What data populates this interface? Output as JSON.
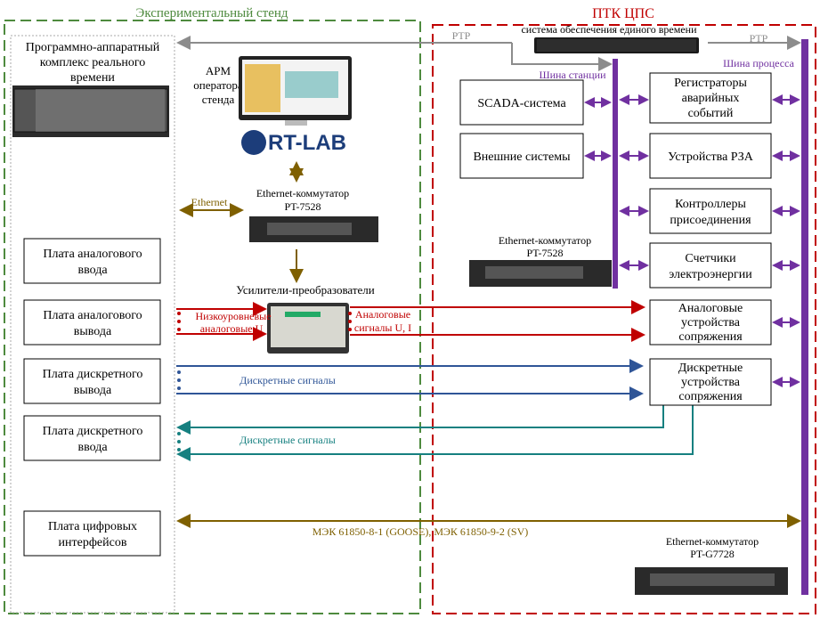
{
  "colors": {
    "green": "#4e8a3e",
    "red": "#c00000",
    "purple": "#7030a0",
    "gray": "#8c8c8c",
    "brown": "#7f6000",
    "blue": "#2f5597",
    "teal": "#168080",
    "olive": "#7f6000"
  },
  "left_section": {
    "title": "Экспериментальный стенд",
    "rtc": [
      "Программно-аппаратный",
      "комплекс реального",
      "времени"
    ],
    "boards": [
      [
        "Плата аналогового",
        "ввода"
      ],
      [
        "Плата аналогового",
        "вывода"
      ],
      [
        "Плата дискретного",
        "вывода"
      ],
      [
        "Плата дискретного",
        "ввода"
      ],
      [
        "Плата цифровых",
        "интерфейсов"
      ]
    ],
    "arm": [
      "АРМ",
      "оператора",
      "стенда"
    ],
    "logo": "RT-LAB",
    "ethernet": "Ethernet",
    "switch": [
      "Ethernet-коммутатор",
      "PT-7528"
    ],
    "amplifiers": "Усилители-преобразователи",
    "low_level": [
      "Низкоуровневые",
      "аналоговые U"
    ],
    "analog": [
      "Аналоговые",
      "сигналы U, I"
    ],
    "discrete_out": "Дискретные сигналы",
    "discrete_in": "Дискретные сигналы",
    "iec": "МЭК 61850-8-1 (GOOSE), МЭК 61850-9-2 (SV)"
  },
  "right_section": {
    "title": "ПТК ЦПС",
    "time_system": "система обеспечения единого времени",
    "ptp_left": "PTP",
    "ptp_right": "PTP",
    "station_bus": "Шина станции",
    "process_bus": "Шина процесса",
    "station_boxes": [
      [
        "SCADA-система"
      ],
      [
        "Внешние системы"
      ]
    ],
    "process_boxes": [
      [
        "Регистраторы",
        "аварийных",
        "событий"
      ],
      [
        "Устройства РЗА"
      ],
      [
        "Контроллеры",
        "присоединения"
      ],
      [
        "Счетчики",
        "электроэнергии"
      ],
      [
        "Аналоговые",
        "устройства",
        "сопряжения"
      ],
      [
        "Дискретные",
        "устройства",
        "сопряжения"
      ]
    ],
    "switch": [
      "Ethernet-коммутатор",
      "PT-7528"
    ],
    "switch2": [
      "Ethernet-коммутатор",
      "PT-G7728"
    ]
  }
}
